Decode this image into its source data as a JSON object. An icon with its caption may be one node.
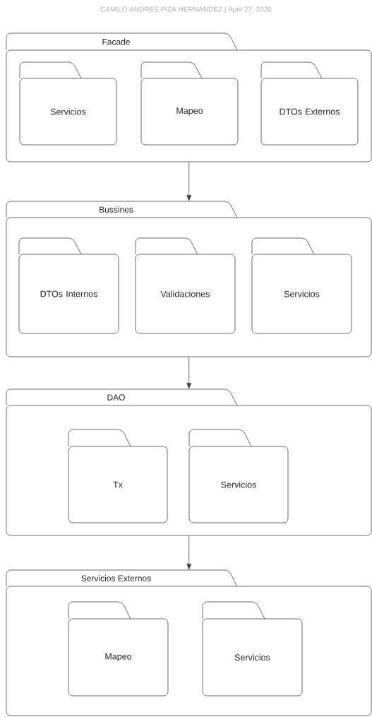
{
  "diagram": {
    "nodes": [
      {
        "text": [
          "Facade"
        ]
      },
      {
        "text": [
          "Servicios"
        ],
        "in": 0
      },
      {
        "text": [
          "Mapeo"
        ],
        "in": 0
      },
      {
        "text": [
          "DTOs Externos"
        ],
        "in": 0
      },
      {
        "text": [
          "Bussines"
        ]
      },
      {
        "text": [
          "DTOs Internos"
        ],
        "in": 4
      },
      {
        "text": [
          "Validaciones"
        ],
        "in": 4
      },
      {
        "text": [
          "Servicios"
        ],
        "in": 4
      },
      {
        "text": [
          "DAO"
        ]
      },
      {
        "text": [
          "Tx"
        ],
        "in": 8
      },
      {
        "text": [
          "Servicios"
        ],
        "in": 8
      },
      {
        "text": [
          "Servicios Externos"
        ]
      },
      {
        "text": [
          "Mapeo"
        ],
        "in": 11
      },
      {
        "text": [
          "Servicios"
        ],
        "in": 11
      }
    ],
    "edges": [
      {
        "from": 0,
        "to": 4,
        "arrow": "to"
      },
      {
        "from": 4,
        "to": 8,
        "arrow": "to"
      },
      {
        "from": 8,
        "to": 11,
        "arrow": "to"
      }
    ],
    "labels": [
      "CAMILO ANDRES PIZA HERNANDEZ  |  April 27, 2020"
    ]
  }
}
